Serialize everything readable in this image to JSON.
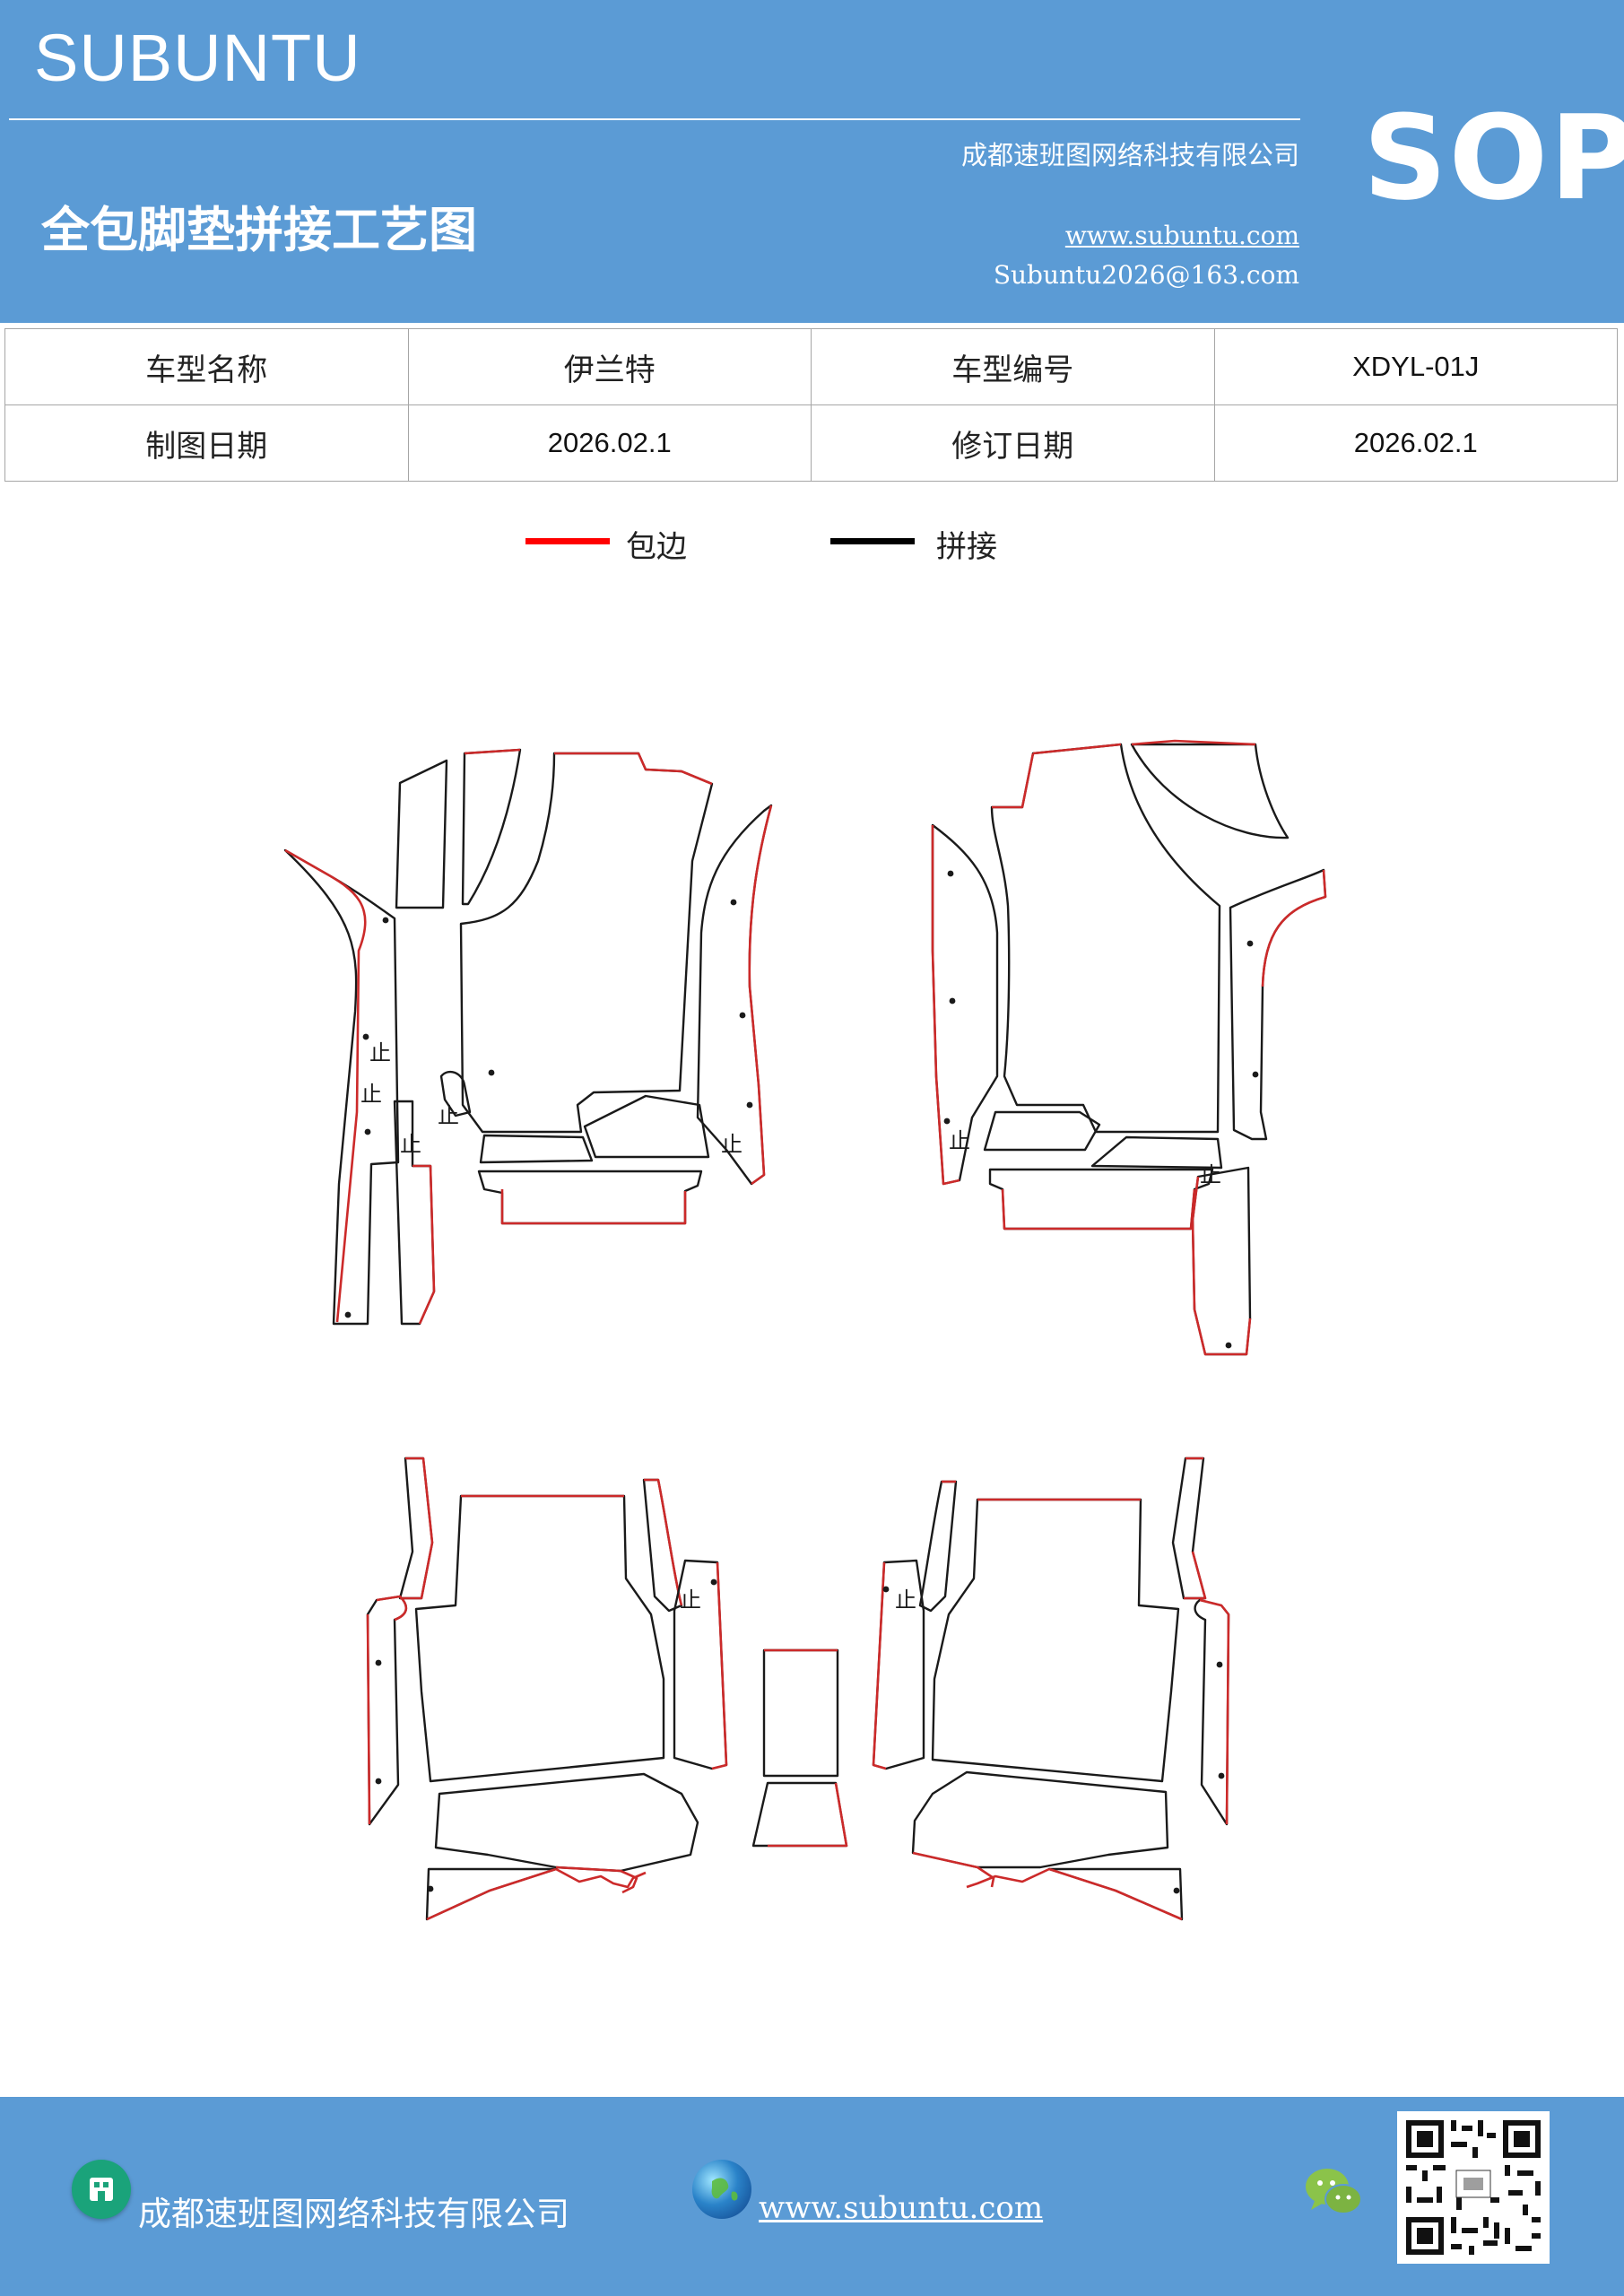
{
  "header": {
    "brand": "SUBUNTU",
    "company": "成都速班图网络科技有限公司",
    "title": "全包脚垫拼接工艺图",
    "website": "www.subuntu.com",
    "email": "Subuntu2026@163.com",
    "badge": "SOP"
  },
  "info_table": {
    "model_name_label": "车型名称",
    "model_name": "伊兰特",
    "model_code_label": "车型编号",
    "model_code": "XDYL-01J",
    "draw_date_label": "制图日期",
    "draw_date": "2026.02.1",
    "revise_date_label": "修订日期",
    "revise_date": "2026.02.1"
  },
  "legend": {
    "items": [
      {
        "label": "包边",
        "color": "#ff0000"
      },
      {
        "label": "拼接",
        "color": "#000000"
      }
    ]
  },
  "drawing": {
    "stop_mark": "止",
    "hem_color": "#cc2a2a",
    "seam_color": "#1a1a1a"
  },
  "footer": {
    "company": "成都速班图网络科技有限公司",
    "website": "www.subuntu.com ",
    "company_icon": "building-icon",
    "globe_icon": "globe-icon",
    "wechat_icon": "wechat-icon",
    "qr": "qr-code"
  }
}
